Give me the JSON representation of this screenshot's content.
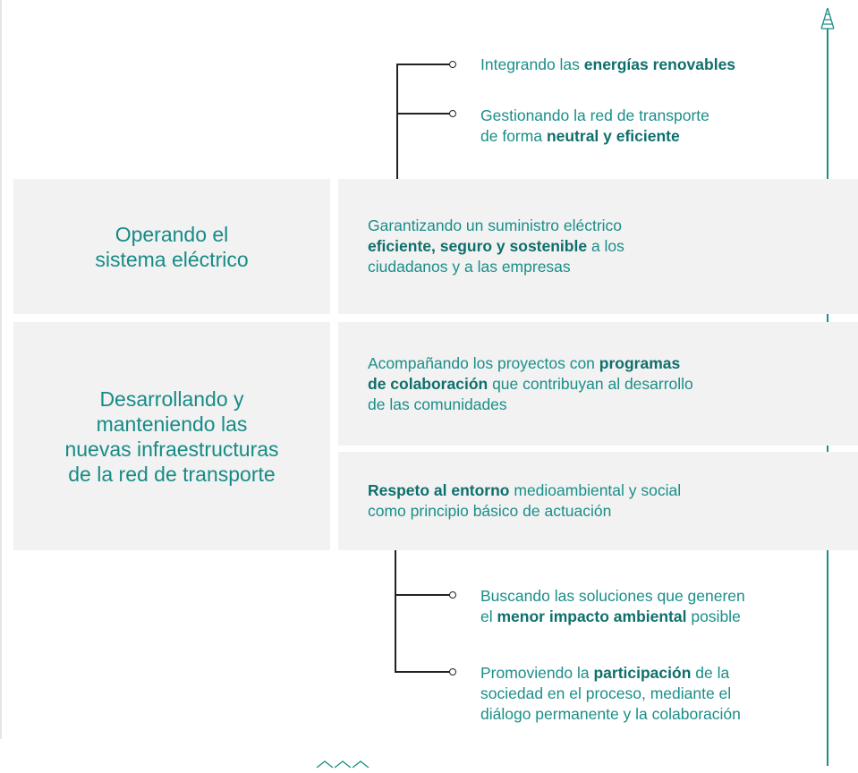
{
  "top_branches": [
    {
      "parts": [
        {
          "t": "Integrando las ",
          "b": false
        },
        {
          "t": "energías renovables",
          "b": true
        }
      ]
    },
    {
      "parts": [
        {
          "t": "Gestionando la red de transporte",
          "b": false
        },
        {
          "br": true
        },
        {
          "t": "de forma ",
          "b": false
        },
        {
          "t": "neutral y eficiente",
          "b": true
        }
      ]
    }
  ],
  "section_operating": {
    "title": "Operando el\nsistema eléctrico",
    "text": [
      {
        "t": "Garantizando un suministro eléctrico",
        "b": false
      },
      {
        "br": true
      },
      {
        "t": "eficiente, seguro y sostenible",
        "b": true
      },
      {
        "t": " a los",
        "b": false
      },
      {
        "br": true
      },
      {
        "t": "ciudadanos y a las empresas",
        "b": false
      }
    ]
  },
  "section_developing": {
    "title": "Desarrollando y\nmanteniendo las\nnuevas infraestructuras\nde la red de transporte",
    "text_1": [
      {
        "t": "Acompañando los proyectos con ",
        "b": false
      },
      {
        "t": "programas",
        "b": true
      },
      {
        "br": true
      },
      {
        "t": "de colaboración",
        "b": true
      },
      {
        "t": " que contribuyan al desarrollo",
        "b": false
      },
      {
        "br": true
      },
      {
        "t": "de las comunidades",
        "b": false
      }
    ],
    "text_2": [
      {
        "t": "Respeto al entorno",
        "b": true
      },
      {
        "t": " medioambiental y social",
        "b": false
      },
      {
        "br": true
      },
      {
        "t": "como principio básico de actuación",
        "b": false
      }
    ]
  },
  "bottom_branches": [
    {
      "parts": [
        {
          "t": "Buscando las soluciones que generen",
          "b": false
        },
        {
          "br": true
        },
        {
          "t": "el ",
          "b": false
        },
        {
          "t": "menor impacto ambiental",
          "b": true
        },
        {
          "t": " posible",
          "b": false
        }
      ]
    },
    {
      "parts": [
        {
          "t": "Promoviendo la ",
          "b": false
        },
        {
          "t": "participación",
          "b": true
        },
        {
          "t": " de la",
          "b": false
        },
        {
          "br": true
        },
        {
          "t": "sociedad en el proceso, mediante el",
          "b": false
        },
        {
          "br": true
        },
        {
          "t": "diálogo permanente y la colaboración",
          "b": false
        }
      ]
    }
  ],
  "icons": {
    "timeline_top": "tower-icon",
    "bottom_decor": "chevron-up-icons"
  },
  "colors": {
    "accent": "#1a8e89",
    "accent_dark": "#0e6f6c",
    "box_bg": "#f2f2f2",
    "connector": "#222222"
  }
}
